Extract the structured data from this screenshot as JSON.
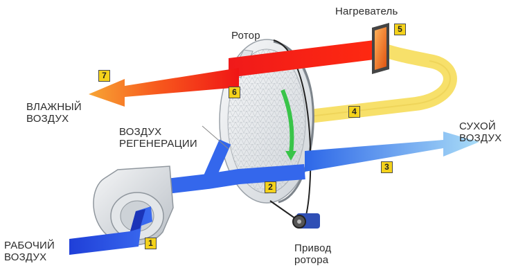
{
  "labels": {
    "heater": "Нагреватель",
    "rotor": "Ротор",
    "humid_air": [
      "ВЛАЖНЫЙ",
      "ВОЗДУХ"
    ],
    "regen_air": [
      "ВОЗДУХ",
      "РЕГЕНЕРАЦИИ"
    ],
    "dry_air": [
      "СУХОЙ",
      "ВОЗДУХ"
    ],
    "work_air": [
      "РАБОЧИЙ",
      "ВОЗДУХ"
    ],
    "drive": [
      "Привод",
      "ротора"
    ]
  },
  "markers": [
    "1",
    "2",
    "3",
    "4",
    "5",
    "6",
    "7"
  ],
  "colors": {
    "process_blue": "#1f3fd8",
    "dry_light_blue": "#8fd0f5",
    "hot_red": "#f01515",
    "warm_yellow": "#f7e06a",
    "exhaust_orange": "#f79a2a",
    "marker_yellow": "#f4d21b",
    "rotor_grey": "#e9ecef"
  }
}
